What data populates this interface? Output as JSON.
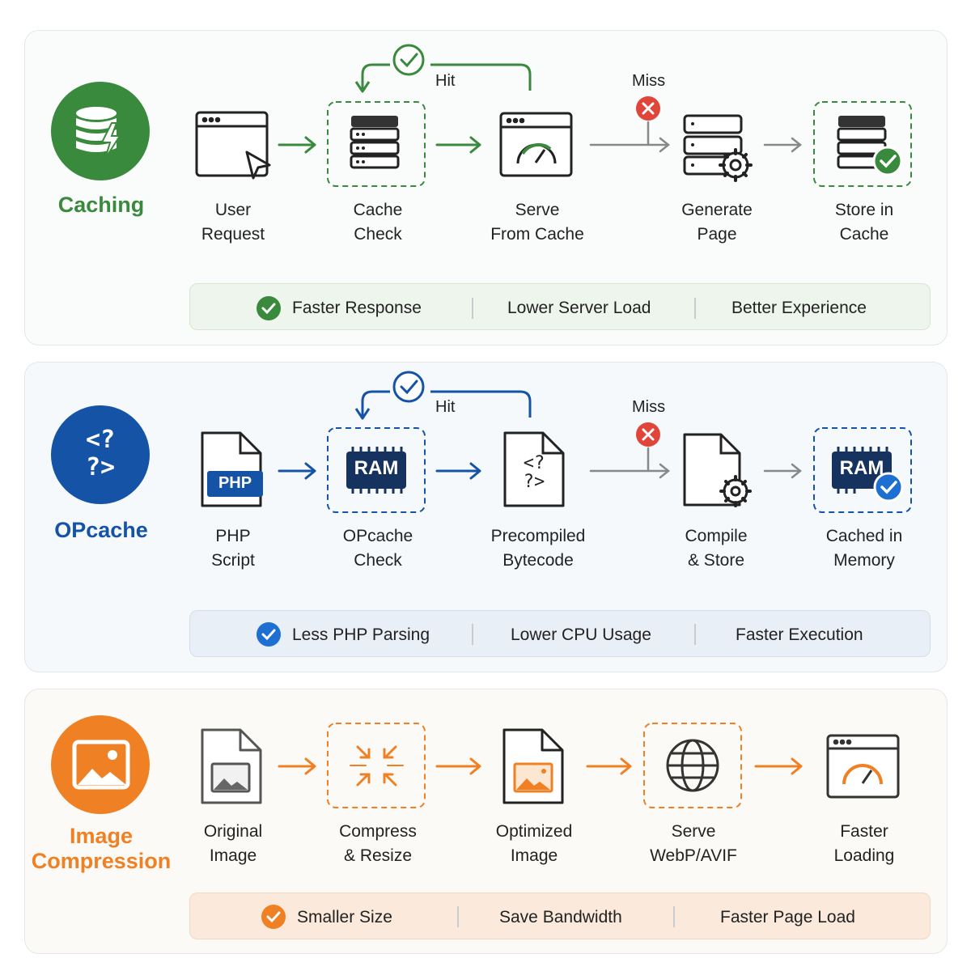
{
  "sections": {
    "caching": {
      "title": "Caching",
      "accent": "#3a8a3e",
      "steps": [
        "User\nRequest",
        "Cache\nCheck",
        "Serve\nFrom Cache",
        "Generate\nPage",
        "Store in\nCache"
      ],
      "hit_label": "Hit",
      "miss_label": "Miss",
      "benefits": [
        "Faster Response",
        "Lower Server Load",
        "Better Experience"
      ],
      "icons": [
        "database-bolt-icon",
        "browser-cursor-icon",
        "server-icon",
        "speedometer-browser-icon",
        "server-gear-icon",
        "server-check-icon"
      ]
    },
    "opcache": {
      "title": "OPcache",
      "accent": "#1553a6",
      "steps": [
        "PHP\nScript",
        "OPcache\nCheck",
        "Precompiled\nBytecode",
        "Compile\n& Store",
        "Cached in\nMemory"
      ],
      "hit_label": "Hit",
      "miss_label": "Miss",
      "php_badge": "PHP",
      "ram_label": "RAM",
      "code_glyph_top": "<?",
      "code_glyph_bottom": "?>",
      "benefits": [
        "Less PHP Parsing",
        "Lower CPU Usage",
        "Faster Execution"
      ],
      "icons": [
        "php-code-icon",
        "php-file-icon",
        "ram-chip-icon",
        "code-file-icon",
        "file-gear-icon",
        "ram-check-icon"
      ]
    },
    "image": {
      "title": "Image\nCompression",
      "accent": "#ef8023",
      "steps": [
        "Original\nImage",
        "Compress\n& Resize",
        "Optimized\nImage",
        "Serve\nWebP/AVIF",
        "Faster\nLoading"
      ],
      "benefits": [
        "Smaller Size",
        "Save Bandwidth",
        "Faster Page Load"
      ],
      "icons": [
        "image-icon",
        "image-file-icon",
        "compress-arrows-icon",
        "optimized-image-file-icon",
        "globe-icon",
        "speedometer-browser-icon"
      ]
    }
  }
}
